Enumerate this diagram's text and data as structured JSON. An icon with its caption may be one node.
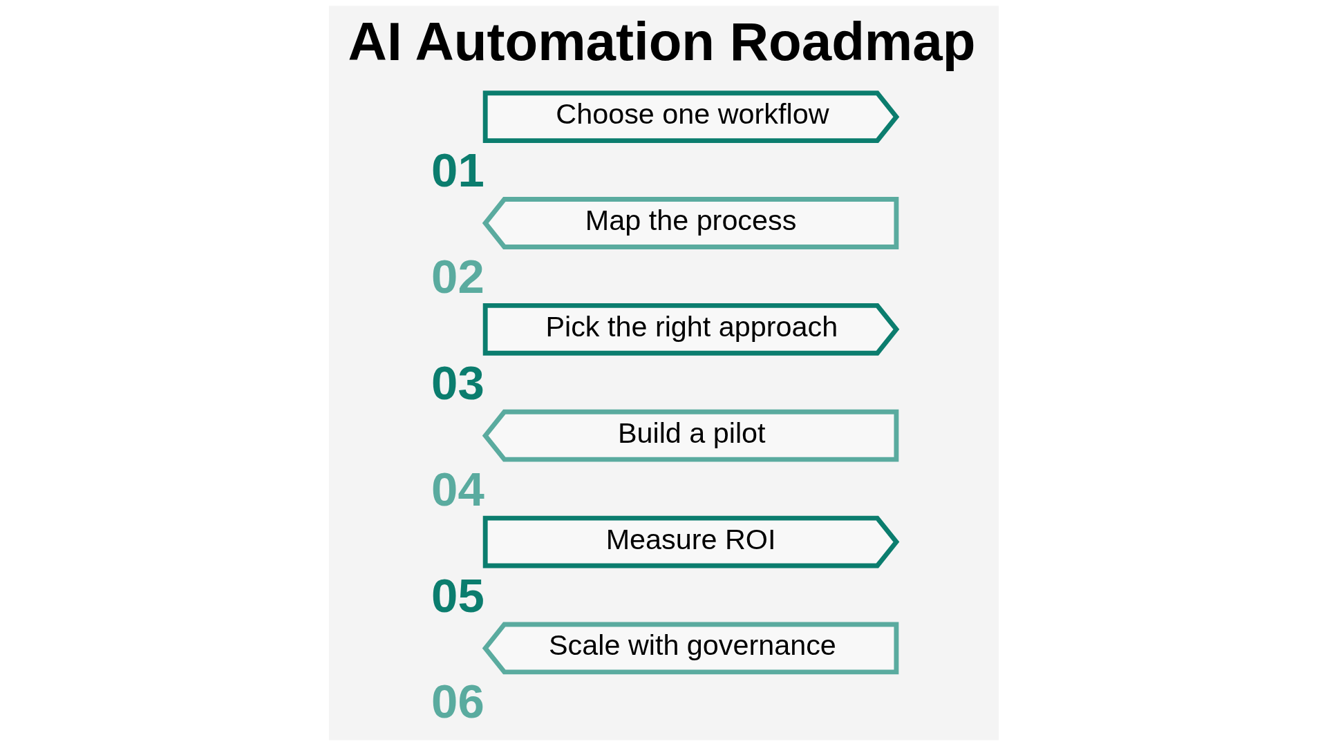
{
  "diagram": {
    "title": "AI Automation Roadmap",
    "nodes": [
      {
        "text": [
          "Choose one workflow"
        ],
        "beside": [
          "01"
        ]
      },
      {
        "text": [
          "Map the process"
        ],
        "beside": [
          "02"
        ]
      },
      {
        "text": [
          "Pick the right approach"
        ],
        "beside": [
          "03"
        ]
      },
      {
        "text": [
          "Build a pilot"
        ],
        "beside": [
          "04"
        ]
      },
      {
        "text": [
          "Measure ROI"
        ],
        "beside": [
          "05"
        ]
      },
      {
        "text": [
          "Scale with governance"
        ],
        "beside": [
          "06"
        ]
      }
    ]
  }
}
